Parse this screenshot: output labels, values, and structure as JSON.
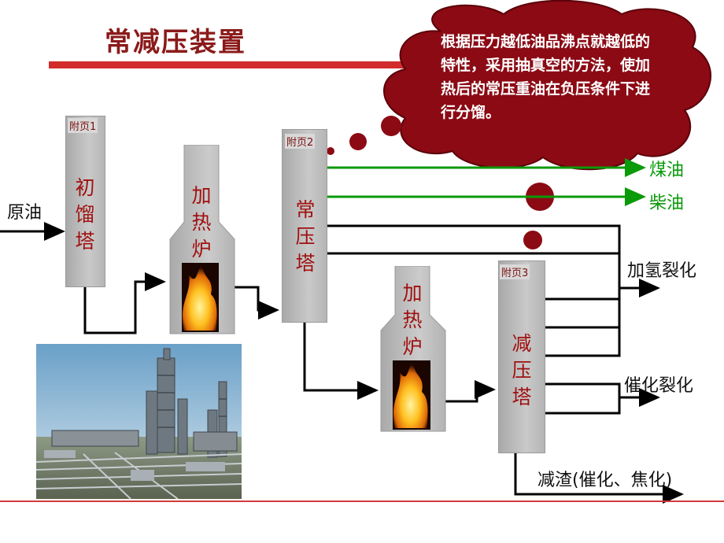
{
  "title": "常减压装置",
  "callout": {
    "text": "根据压力越低油品沸点就越低的特性，采用抽真空的方法，使加热后的常压重油在负压条件下进行分馏。"
  },
  "units": {
    "tower1": {
      "tag": "附页1",
      "name": "初馏塔"
    },
    "furnace1": {
      "name": "加热炉"
    },
    "tower2": {
      "tag": "附页2",
      "name": "常压塔"
    },
    "furnace2": {
      "name": "加热炉"
    },
    "tower3": {
      "tag": "附页3",
      "name": "减压塔"
    }
  },
  "streams": {
    "feed": "原油",
    "kerosene": "煤油",
    "diesel": "柴油",
    "hydrocracking": "加氢裂化",
    "catcracking": "催化裂化",
    "residue": "减渣(催化、焦化)"
  },
  "colors": {
    "title": "#8b1a1a",
    "accent_bar": "#d22b2b",
    "tower_text": "#a01010",
    "bubble": "#8b0a14",
    "green_line": "#0a9a0a",
    "flame_outer": "#e07a10",
    "flame_inner": "#ffe25a"
  },
  "photo": {
    "icon": "refinery-photo"
  }
}
